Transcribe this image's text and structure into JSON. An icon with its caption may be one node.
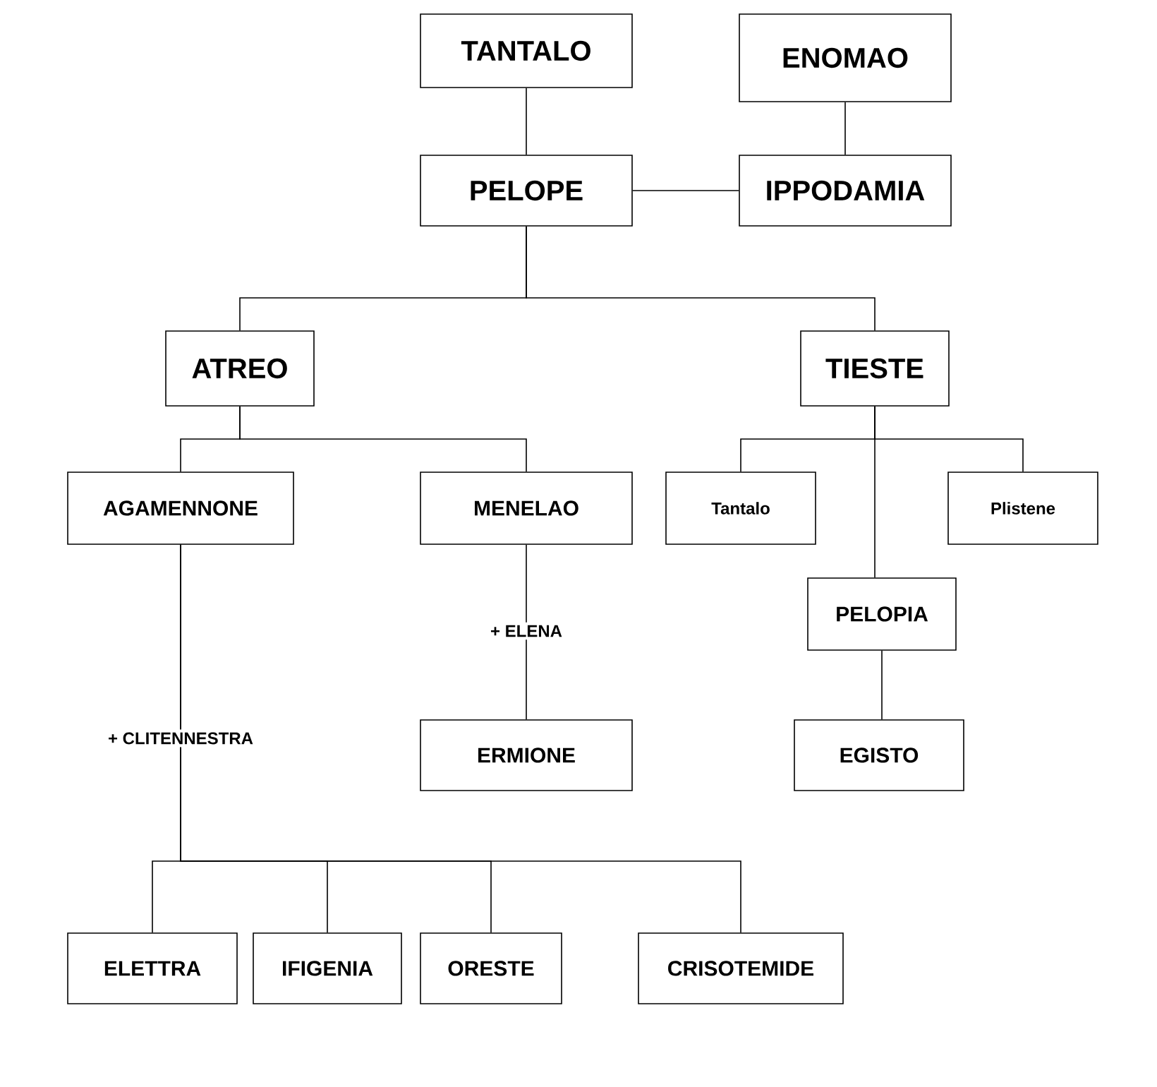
{
  "diagram": {
    "nodes": [
      {
        "text": [
          "TANTALO"
        ]
      },
      {
        "text": [
          "ENOMAO"
        ]
      },
      {
        "text": [
          "PELOPE"
        ]
      },
      {
        "text": [
          "IPPODAMIA"
        ]
      },
      {
        "text": [
          "ATREO"
        ]
      },
      {
        "text": [
          "TIESTE"
        ]
      },
      {
        "text": [
          "AGAMENNONE"
        ]
      },
      {
        "text": [
          "MENELAO"
        ]
      },
      {
        "text": [
          "Tantalo"
        ]
      },
      {
        "text": [
          "Plistene"
        ]
      },
      {
        "text": [
          "PELOPIA"
        ]
      },
      {
        "text": [
          "ERMIONE"
        ]
      },
      {
        "text": [
          "EGISTO"
        ]
      },
      {
        "text": [
          "ELETTRA"
        ]
      },
      {
        "text": [
          "IFIGENIA"
        ]
      },
      {
        "text": [
          "ORESTE"
        ]
      },
      {
        "text": [
          "CRISOTEMIDE"
        ]
      }
    ],
    "edges": [
      {
        "from": 0,
        "to": 2,
        "arrow": "none"
      },
      {
        "from": 1,
        "to": 3,
        "arrow": "none"
      },
      {
        "from": 2,
        "to": 3,
        "arrow": "none"
      },
      {
        "from": 2,
        "to": 4,
        "arrow": "none"
      },
      {
        "from": 2,
        "to": 5,
        "arrow": "none"
      },
      {
        "from": 4,
        "to": 6,
        "arrow": "none"
      },
      {
        "from": 4,
        "to": 7,
        "arrow": "none"
      },
      {
        "from": 5,
        "to": 8,
        "arrow": "none"
      },
      {
        "from": 5,
        "to": 9,
        "arrow": "none"
      },
      {
        "from": 5,
        "to": 10,
        "arrow": "none"
      },
      {
        "from": 7,
        "to": 11,
        "label": "+ ELENA",
        "arrow": "none"
      },
      {
        "from": 10,
        "to": 12,
        "arrow": "none"
      },
      {
        "from": 6,
        "to": 13,
        "label": "+ CLITENNESTRA",
        "arrow": "none"
      },
      {
        "from": 6,
        "to": 14,
        "arrow": "none"
      },
      {
        "from": 6,
        "to": 15,
        "arrow": "none"
      },
      {
        "from": 6,
        "to": 16,
        "arrow": "none"
      }
    ]
  }
}
